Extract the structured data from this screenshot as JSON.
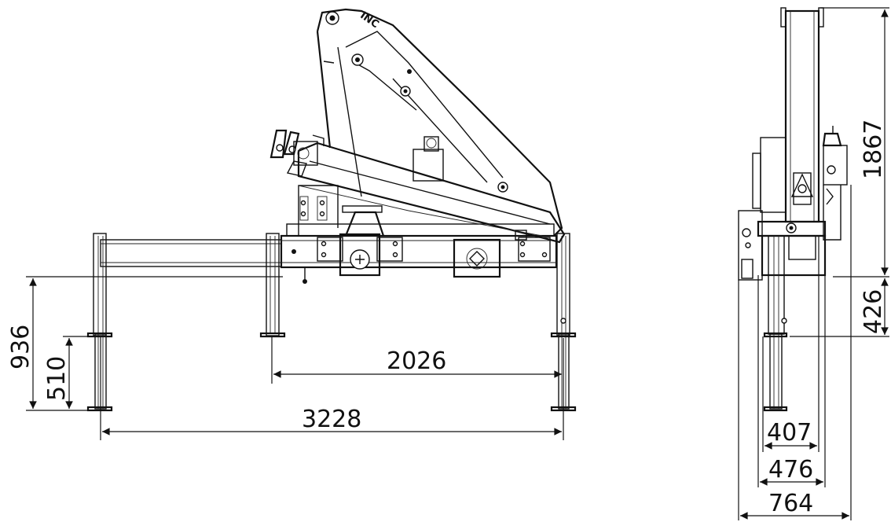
{
  "drawing": {
    "logo_text": "INC",
    "dimensions": {
      "outrigger_width_outer": "3228",
      "outrigger_width_inner": "2026",
      "height_total": "936",
      "height_low": "510",
      "side_height_top": "1867",
      "side_height_bottom": "426",
      "side_width_407": "407",
      "side_width_476": "476",
      "side_width_764": "764"
    }
  }
}
